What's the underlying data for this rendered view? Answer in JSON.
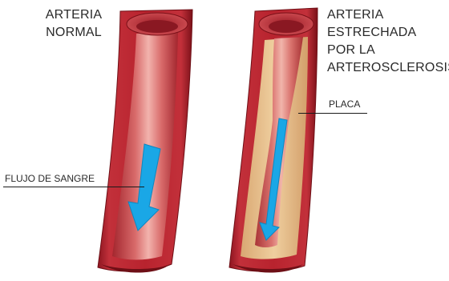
{
  "labels": {
    "normal_line1": "ARTERIA",
    "normal_line2": "NORMAL",
    "narrowed_line1": "ARTERIA",
    "narrowed_line2": "ESTRECHADA",
    "narrowed_line3": "POR LA",
    "narrowed_line4": "ARTEROSCLEROSIS",
    "plaque": "PLACA",
    "blood_flow": "FLUJO DE SANGRE"
  },
  "colors": {
    "artery_wall": "#b8232e",
    "artery_wall_dark": "#7a1018",
    "lumen": "#c9484e",
    "lumen_light": "#f0a6a2",
    "plaque": "#e8c08a",
    "flow_arrow": "#1aa7e6",
    "text": "#2a2a2a"
  }
}
